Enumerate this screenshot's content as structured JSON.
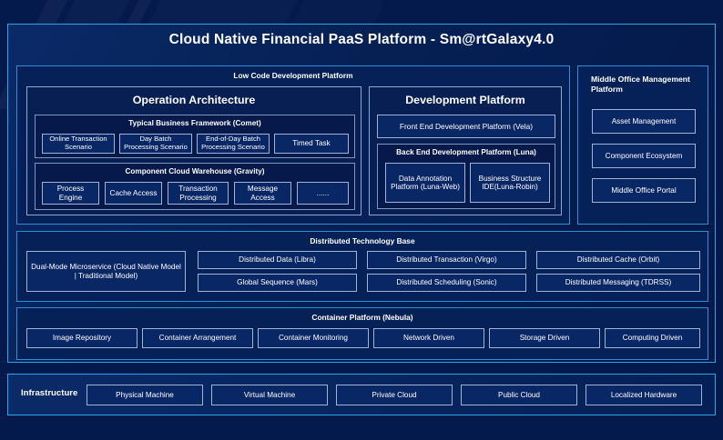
{
  "header": {
    "title": "Cloud Native Financial PaaS Platform - Sm@rtGalaxy4.0"
  },
  "colors": {
    "page_bg": "#041a4d",
    "frame_border": "#2aa7e8",
    "panel_border": "#2f8fd6",
    "chip_border": "#9fb4d4",
    "text": "#ffffff"
  },
  "low_code": {
    "title": "Low Code Development Platform",
    "operation_architecture": {
      "title": "Operation Architecture",
      "comet": {
        "title": "Typical Business Framework (Comet)",
        "items": [
          "Online Transaction Scenario",
          "Day Batch Processing Scenario",
          "End-of-Day Batch Processing Scenario",
          "Timed Task"
        ]
      },
      "gravity": {
        "title": "Component Cloud Warehouse (Gravity)",
        "items": [
          "Process Engine",
          "Cache Access",
          "Transaction Processing",
          "Message Access",
          "......"
        ]
      }
    },
    "development_platform": {
      "title": "Development Platform",
      "front_end": "Front End Development Platform (Vela)",
      "back_end": {
        "title": "Back End Development Platform (Luna)",
        "items": [
          "Data Annotation Platform (Luna-Web)",
          "Business Structure IDE(Luna-Robin)"
        ]
      }
    }
  },
  "middle_office": {
    "title": "Middle Office Management Platform",
    "items": [
      "Asset Management",
      "Component Ecosystem",
      "Middle Office Portal"
    ]
  },
  "distributed_technology_base": {
    "title": "Distributed Technology Base",
    "primary": "Dual-Mode Microservice (Cloud Native Model | Traditional Model)",
    "items": [
      "Distributed Data (Libra)",
      "Distributed Transaction (Virgo)",
      "Distributed Cache (Orbit)",
      "Global Sequence (Mars)",
      "Distributed Scheduling (Sonic)",
      "Distributed Messaging (TDRSS)"
    ]
  },
  "container_platform": {
    "title": "Container Platform (Nebula)",
    "items": [
      "Image Repository",
      "Container Arrangement",
      "Container Monitoring",
      "Network Driven",
      "Storage Driven",
      "Computing Driven"
    ]
  },
  "infrastructure": {
    "label": "Infrastructure",
    "items": [
      "Physical Machine",
      "Virtual Machine",
      "Private Cloud",
      "Public Cloud",
      "Localized Hardware"
    ]
  }
}
